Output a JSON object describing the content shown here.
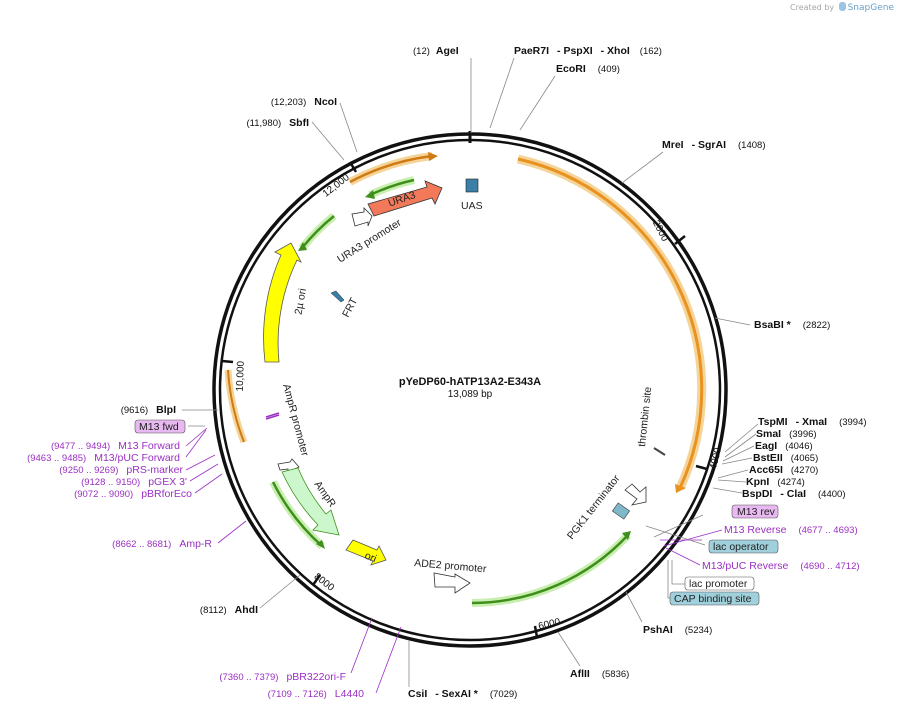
{
  "credit": {
    "prefix": "Created by",
    "brand": "SnapGene"
  },
  "plasmid": {
    "name": "pYeDP60-hATP13A2-E343A",
    "size": "13,089 bp"
  },
  "ticks": [
    "2000",
    "4000",
    "6000",
    "8000",
    "10,000",
    "12,000"
  ],
  "enzymes": [
    {
      "pos": "(12)",
      "name": "AgeI"
    },
    {
      "name": "PaeR7I",
      "name2": "- PspXI",
      "name3": "- XhoI",
      "pos": "(162)"
    },
    {
      "name": "EcoRI",
      "pos": "(409)"
    },
    {
      "name": "MreI",
      "name2": "- SgrAI",
      "pos": "(1408)"
    },
    {
      "name": "BsaBI *",
      "pos": "(2822)"
    },
    {
      "name": "TspMI",
      "name2": "- XmaI",
      "pos": "(3994)"
    },
    {
      "name": "SmaI",
      "pos": "(3996)"
    },
    {
      "name": "EagI",
      "pos": "(4046)"
    },
    {
      "name": "BstEII",
      "pos": "(4065)"
    },
    {
      "name": "Acc65I",
      "pos": "(4270)"
    },
    {
      "name": "KpnI",
      "pos": "(4274)"
    },
    {
      "name": "BspDI",
      "name2": "- ClaI",
      "pos": "(4400)"
    },
    {
      "name": "PshAI",
      "pos": "(5234)"
    },
    {
      "name": "AflII",
      "pos": "(5836)"
    },
    {
      "name": "CsiI",
      "name2": "- SexAI *",
      "pos": "(7029)"
    },
    {
      "pos": "(8112)",
      "name": "AhdI"
    },
    {
      "pos": "(9616)",
      "name": "BlpI"
    },
    {
      "pos": "(11,980)",
      "name": "SbfI"
    },
    {
      "pos": "(12,203)",
      "name": "NcoI"
    }
  ],
  "primers": [
    {
      "name": "M13 Reverse",
      "pos": "(4677 .. 4693)"
    },
    {
      "name": "M13/pUC Reverse",
      "pos": "(4690 .. 4712)"
    },
    {
      "pos": "(9477 .. 9494)",
      "name": "M13 Forward"
    },
    {
      "pos": "(9463 .. 9485)",
      "name": "M13/pUC Forward"
    },
    {
      "pos": "(9250 .. 9269)",
      "name": "pRS-marker"
    },
    {
      "pos": "(9128 .. 9150)",
      "name": "pGEX 3'"
    },
    {
      "pos": "(9072 .. 9090)",
      "name": "pBRforEco"
    },
    {
      "pos": "(8662 .. 8681)",
      "name": "Amp-R"
    },
    {
      "pos": "(7360 .. 7379)",
      "name": "pBR322ori-F"
    },
    {
      "pos": "(7109 .. 7126)",
      "name": "L4440"
    }
  ],
  "boxed_labels": [
    {
      "text": "M13 rev",
      "color": "#e8b8f0"
    },
    {
      "text": "lac operator",
      "color": "#9fd0dc"
    },
    {
      "text": "lac promoter",
      "color": "#ffffff"
    },
    {
      "text": "CAP binding site",
      "color": "#9fd0dc"
    },
    {
      "text": "M13 fwd",
      "color": "#e8b8f0"
    }
  ],
  "features": [
    "URA3",
    "UAS",
    "URA3 promoter",
    "FRT",
    "2µ ori",
    "AmpR promoter",
    "AmpR",
    "ori",
    "ADE2 promoter",
    "PGK1 terminator",
    "thrombin site"
  ],
  "colors": {
    "orange_cds": "#f2a541",
    "ura3": "#f27a5a",
    "ori_yellow": "#ffff00",
    "ampr": "#ccf7cc",
    "primer_purple": "#9b2fc3",
    "green_arrow": "#3e8f1c",
    "uas_blue": "#3a7fa8"
  }
}
